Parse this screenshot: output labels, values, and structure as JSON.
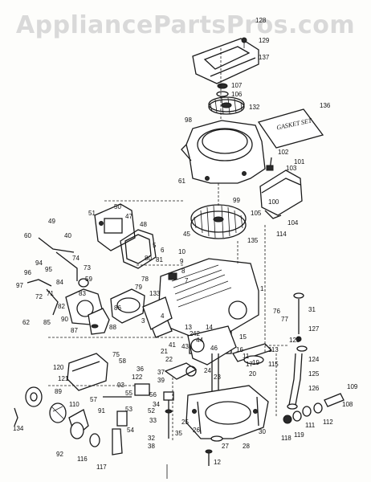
{
  "watermark": "AppliancePartsPros.com",
  "gasket_set_label": "GASKET SET",
  "part_numbers": [
    "128",
    "129",
    "137",
    "107",
    "106",
    "132",
    "136",
    "98",
    "102",
    "101",
    "61",
    "99",
    "105",
    "114",
    "50",
    "51",
    "47",
    "49",
    "48",
    "40",
    "45",
    "135",
    "60",
    "74",
    "73",
    "94",
    "95",
    "96",
    "97",
    "5",
    "59",
    "72",
    "71",
    "83",
    "62",
    "85",
    "90",
    "86",
    "87",
    "133",
    "6",
    "1",
    "31",
    "76",
    "77",
    "127",
    "124",
    "125",
    "126",
    "113",
    "108",
    "109",
    "110",
    "111",
    "112",
    "119",
    "118",
    "27",
    "28",
    "30",
    "26",
    "25",
    "24",
    "23",
    "22",
    "21",
    "20",
    "17",
    "19",
    "16",
    "11",
    "12",
    "13",
    "14",
    "15",
    "7",
    "8",
    "9",
    "10",
    "2",
    "3",
    "4",
    "42",
    "120",
    "121",
    "78",
    "79",
    "122",
    "91",
    "89",
    "116",
    "117",
    "92",
    "134",
    "55",
    "57",
    "53",
    "54",
    "52",
    "33",
    "32",
    "35",
    "36",
    "37",
    "38",
    "93",
    "75",
    "58",
    "56",
    "34",
    "39",
    "41",
    "43",
    "44",
    "46",
    "80",
    "81",
    "82",
    "84",
    "88",
    "100",
    "103",
    "104",
    "115",
    "123"
  ]
}
